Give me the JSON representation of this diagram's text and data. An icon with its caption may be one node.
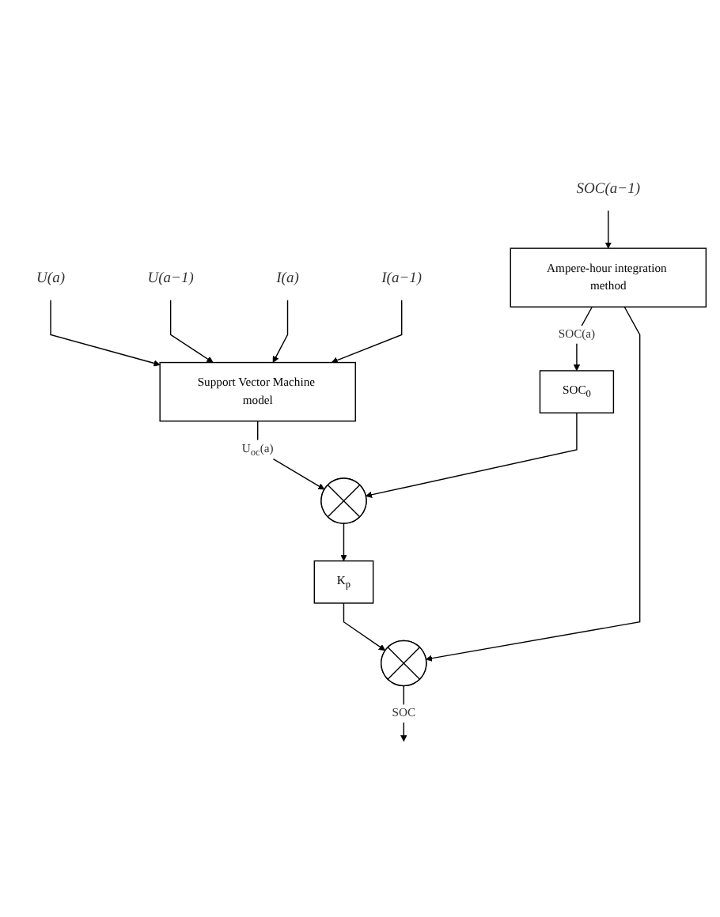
{
  "diagram": {
    "nodes": [
      {
        "text": [
          "SOC(a−1)"
        ]
      },
      {
        "text": [
          "U(a)"
        ]
      },
      {
        "text": [
          "U(a−1)"
        ]
      },
      {
        "text": [
          "I(a)"
        ]
      },
      {
        "text": [
          "I(a−1)"
        ]
      },
      {
        "text": [
          "Ampere-hour integration method"
        ]
      },
      {
        "text": [
          "Support Vector Machine model"
        ]
      },
      {
        "text": [
          "SOC$_{0}$"
        ]
      },
      {
        "text": [],
        "shape": "circle"
      },
      {
        "text": [
          "K$_{p}$"
        ]
      },
      {
        "text": [],
        "shape": "circle"
      }
    ],
    "edges": [
      {
        "from": 0,
        "to": 5,
        "arrow": "to"
      },
      {
        "from": 1,
        "to": 6,
        "arrow": "to"
      },
      {
        "from": 2,
        "to": 6,
        "arrow": "to"
      },
      {
        "from": 3,
        "to": 6,
        "arrow": "to"
      },
      {
        "from": 4,
        "to": 6,
        "arrow": "to"
      },
      {
        "from": 5,
        "to": 7,
        "arrow": "to",
        "label": "SOC(a)"
      },
      {
        "from": 5,
        "to": 10,
        "arrow": "to"
      },
      {
        "from": 6,
        "to": 8,
        "arrow": "to",
        "label": "U$_{oc}$(a)"
      },
      {
        "from": 7,
        "to": 8,
        "arrow": "to"
      },
      {
        "from": 8,
        "to": 9,
        "arrow": "to"
      },
      {
        "from": 9,
        "to": 10,
        "arrow": "to"
      },
      {
        "from": 10,
        "to": null,
        "arrow": "to",
        "label": "SOC"
      }
    ]
  }
}
